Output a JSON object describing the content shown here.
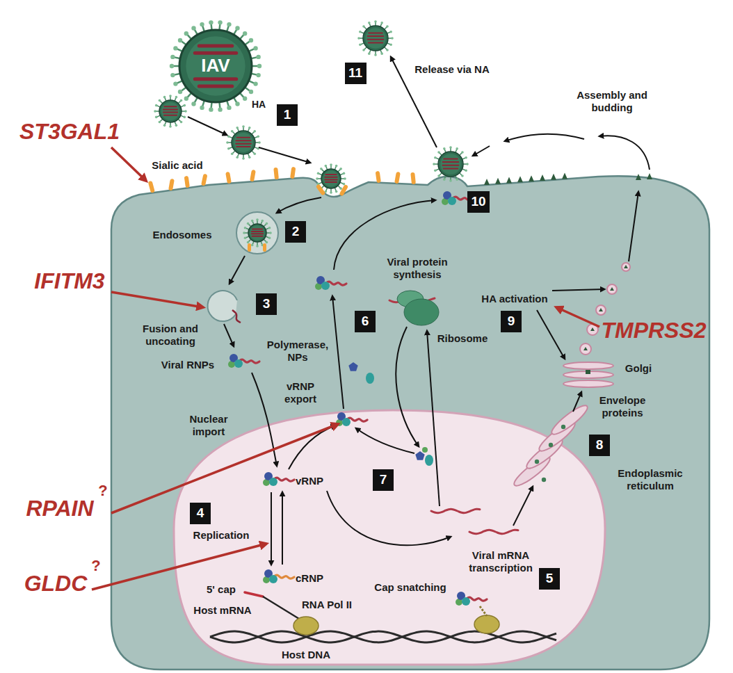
{
  "diagram": {
    "nodes": [
      {
        "text": [
          "1"
        ]
      },
      {
        "text": [
          "2"
        ]
      },
      {
        "text": [
          "3"
        ]
      },
      {
        "text": [
          "4"
        ]
      },
      {
        "text": [
          "5"
        ]
      },
      {
        "text": [
          "6"
        ]
      },
      {
        "text": [
          "7"
        ]
      },
      {
        "text": [
          "8"
        ]
      },
      {
        "text": [
          "9"
        ]
      },
      {
        "text": [
          "10"
        ]
      },
      {
        "text": [
          "11"
        ]
      }
    ],
    "labels": [
      "IAV",
      "HA",
      "Release via NA",
      "Assembly and budding",
      "ST3GAL1",
      "Sialic acid",
      "Endosomes",
      "IFITM3",
      "Fusion and uncoating",
      "Viral protein synthesis",
      "Viral RNPs",
      "Polymerase, NPs",
      "HA activation",
      "TMPRSS2",
      "Golgi",
      "Ribosome",
      "vRNP export",
      "Envelope proteins",
      "Nuclear import",
      "Endoplasmic reticulum",
      "vRNP",
      "RPAIN",
      "?",
      "Replication",
      "Viral mRNA transcription",
      "cRNP",
      "GLDC",
      "?",
      "Cap snatching",
      "5' cap",
      "RNA Pol II",
      "Host mRNA",
      "Host DNA"
    ]
  }
}
